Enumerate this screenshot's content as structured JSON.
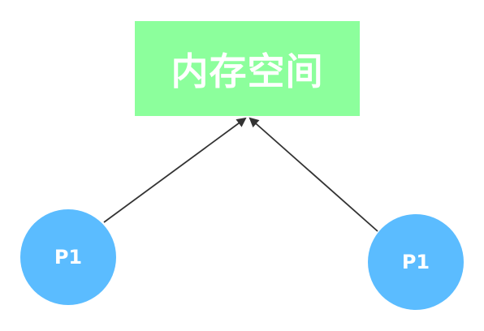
{
  "memory": {
    "label": "内存空间",
    "color": "#8cff9c"
  },
  "processes": [
    {
      "label": "P1",
      "color": "#5bbcff"
    },
    {
      "label": "P1",
      "color": "#5bbcff"
    }
  ],
  "arrows": {
    "color": "#333333"
  }
}
